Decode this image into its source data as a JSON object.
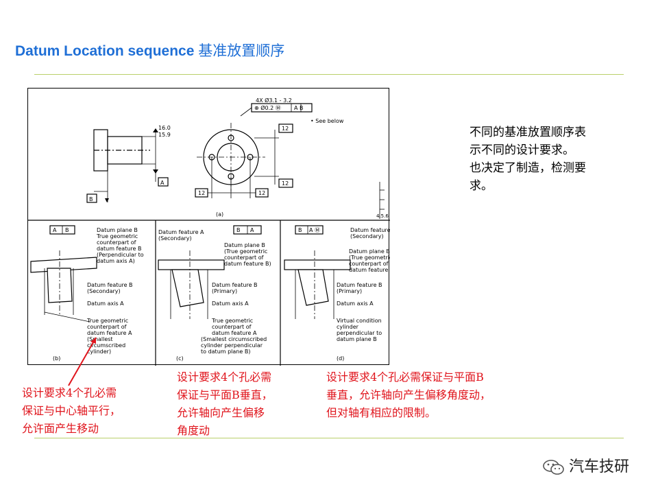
{
  "slide": {
    "title_en": "Datum Location sequence ",
    "title_cn": "基准放置顺序",
    "side_note": [
      "不同的基准放置顺序表",
      "示不同的设计要求。",
      "也决定了制造，检测要",
      "求。"
    ],
    "notes": {
      "b": "设计要求4个孔必需\n保证与中心轴平行，\n允许面产生移动",
      "c": "设计要求4个孔必需\n保证与平面B垂直，\n允许轴向产生偏移\n角度动",
      "d": "设计要求4个孔必需保证与平面B\n垂直，允许轴向产生偏移角度动，\n但对轴有相应的限制。"
    },
    "watermark": "汽车技研",
    "colors": {
      "title": "#1f6fd6",
      "note": "#e0141c",
      "rule": "#b9cf6a",
      "arrow": "#e0141c"
    }
  },
  "drawing": {
    "a": {
      "caption": "(a)",
      "dia_top": "16.0",
      "dia_bottom": "15.9",
      "datum_a": "A",
      "datum_b": "B",
      "hole_callout": "4X  Ø3.1 - 3.2",
      "frame_tol": "⊕ Ø0.2 Ⓜ",
      "frame_refs": "A  B",
      "see_below": "• See below",
      "dim_12": "12",
      "scale_note": "4.5.6"
    },
    "b": {
      "caption": "(b)",
      "frame": [
        "A",
        "B"
      ],
      "labels": [
        "Datum plane B",
        "True geometric",
        "counterpart of",
        "datum feature B",
        "(Perpendicular to",
        "datum axis A)"
      ],
      "feature_b": [
        "Datum feature B",
        "(Secondary)"
      ],
      "axis_a": "Datum axis A",
      "true_geo": [
        "True geometric",
        "counterpart of",
        "datum feature A",
        "(Smallest",
        "circumscribed",
        "cylinder)"
      ]
    },
    "c": {
      "caption": "(c)",
      "frame": [
        "B",
        "A"
      ],
      "feature_a": [
        "Datum feature A",
        "(Secondary)"
      ],
      "plane_b": [
        "Datum plane B",
        "(True geometric",
        "counterpart of",
        "datum feature B)"
      ],
      "feature_b": [
        "Datum feature B",
        "(Primary)"
      ],
      "axis_a": "Datum axis A",
      "true_geo": [
        "True geometric",
        "counterpart of",
        "datum feature A",
        "(Smallest circumscribed",
        "cylinder perpendicular",
        "to datum plane B)"
      ]
    },
    "d": {
      "caption": "(d)",
      "frame": [
        "B",
        "A Ⓜ"
      ],
      "feature_a": [
        "Datum feature A",
        "(Secondary)"
      ],
      "plane_b": [
        "Datum plane B",
        "(True geometric",
        "counterpart of",
        "datum feature B)"
      ],
      "feature_b": [
        "Datum feature B",
        "(Primary)"
      ],
      "axis_a": "Datum axis A",
      "virtual": [
        "Virtual condition",
        "cylinder",
        "perpendicular to",
        "datum plane B"
      ]
    }
  }
}
